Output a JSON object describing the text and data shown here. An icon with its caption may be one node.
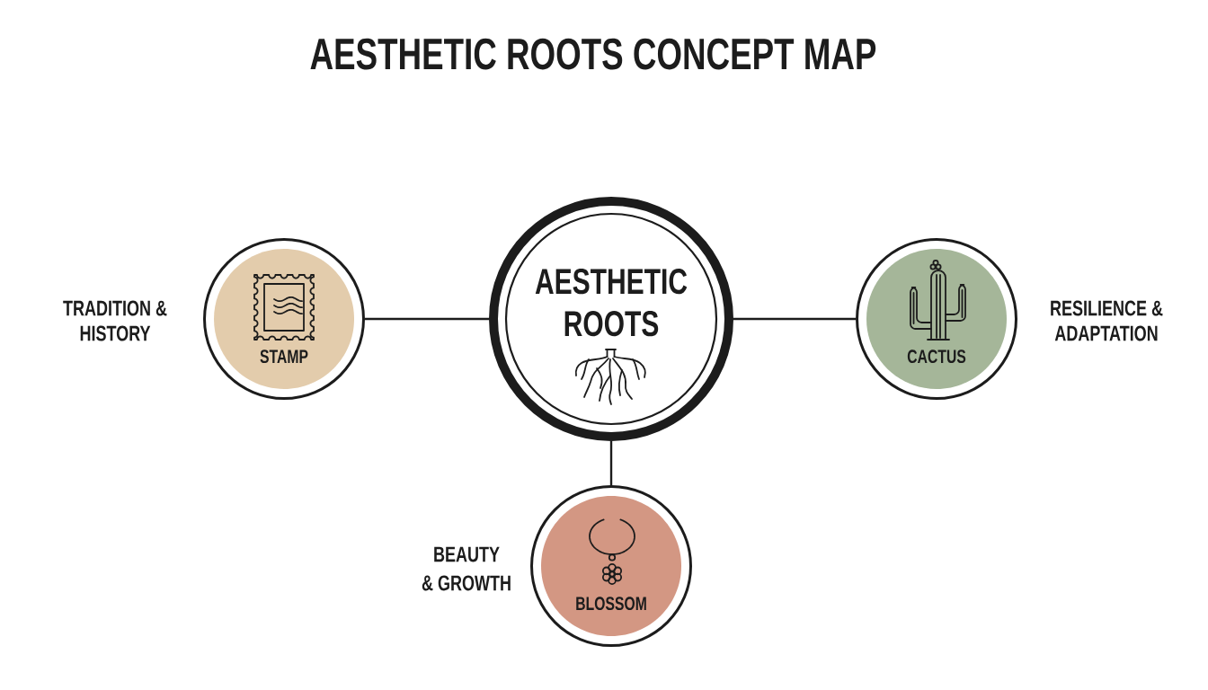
{
  "diagram": {
    "title": "AESTHETIC ROOTS CONCEPT MAP",
    "nodes": [
      {
        "text": [
          "AESTHETIC ROOTS"
        ]
      },
      {
        "text": [
          "STAMP"
        ],
        "beside": [
          "TRADITION & HISTORY"
        ]
      },
      {
        "text": [
          "CACTUS"
        ],
        "beside": [
          "RESILIENCE & ADAPTATION"
        ]
      },
      {
        "text": [
          "BLOSSOM"
        ],
        "beside": [
          "BEAUTY & GROWTH"
        ]
      }
    ],
    "edges": [
      {
        "from": 0,
        "to": 1,
        "arrow": "none"
      },
      {
        "from": 0,
        "to": 2,
        "arrow": "none"
      },
      {
        "from": 0,
        "to": 3,
        "arrow": "none"
      }
    ]
  }
}
